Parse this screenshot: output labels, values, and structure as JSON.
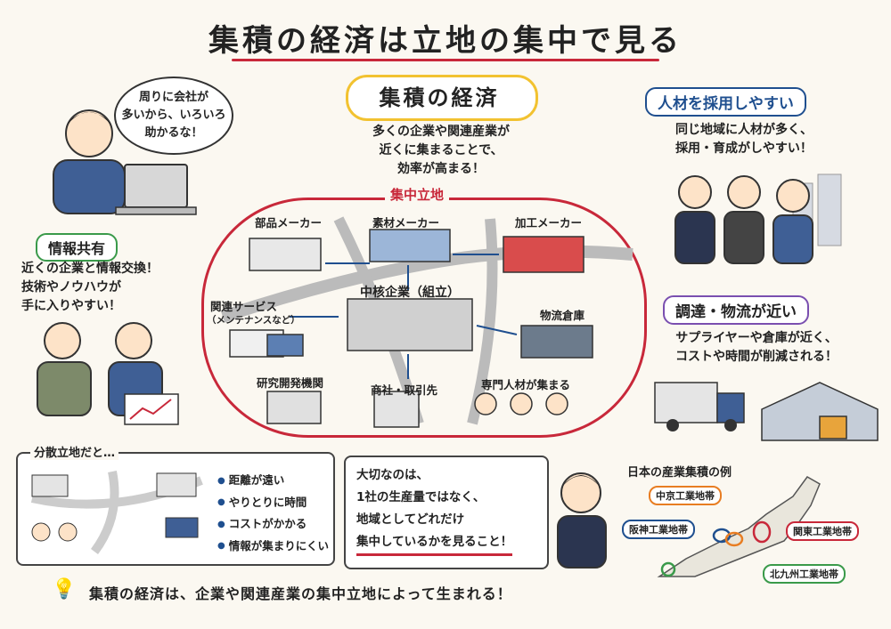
{
  "title": "集積の経済は立地の集中で見る",
  "left_bubble": "周りに会社が\n多いから、いろいろ\n助かるな！",
  "center": {
    "heading": "集積の経済",
    "lines": [
      "多くの企業や関連産業が",
      "近くに集まることで、",
      "効率が高まる！"
    ]
  },
  "right_top": {
    "heading": "人材を採用しやすい",
    "lines": [
      "同じ地域に人材が多く、",
      "採用・育成がしやすい！"
    ]
  },
  "info_share": {
    "heading": "情報共有",
    "lines": [
      "近くの企業と情報交換！",
      "技術やノウハウが",
      "手に入りやすい！"
    ]
  },
  "cluster": {
    "label": "集中立地",
    "parts": "部品メーカー",
    "material": "素材メーカー",
    "processing": "加工メーカー",
    "core": "中核企業（組立）",
    "service": "関連サービス",
    "service_sub": "（メンテナンスなど）",
    "logistics": "物流倉庫",
    "research": "研究開発機関",
    "trading": "商社・取引先",
    "talent": "専門人材が集まる"
  },
  "procurement": {
    "heading": "調達・物流が近い",
    "lines": [
      "サプライヤーや倉庫が近く、",
      "コストや時間が削減される！"
    ]
  },
  "dispersed": {
    "heading": "分散立地だと…",
    "bullets": [
      "距離が遠い",
      "やりとりに時間",
      "コストがかかる",
      "情報が集まりにくい"
    ]
  },
  "important": {
    "lines": [
      "大切なのは、",
      "1社の生産量ではなく、",
      "地域としてどれだけ",
      "集中しているかを見ること！"
    ]
  },
  "japan_map": {
    "heading": "日本の産業集積の例",
    "chukyo": "中京工業地帯",
    "hanshin": "阪神工業地帯",
    "kanto": "関東工業地帯",
    "kitakyushu": "北九州工業地帯"
  },
  "footer": "集積の経済は、企業や関連産業の集中立地によって生まれる！",
  "colors": {
    "accent_red": "#c8283a",
    "accent_blue": "#1f4f8f",
    "accent_yellow": "#f2c230"
  }
}
